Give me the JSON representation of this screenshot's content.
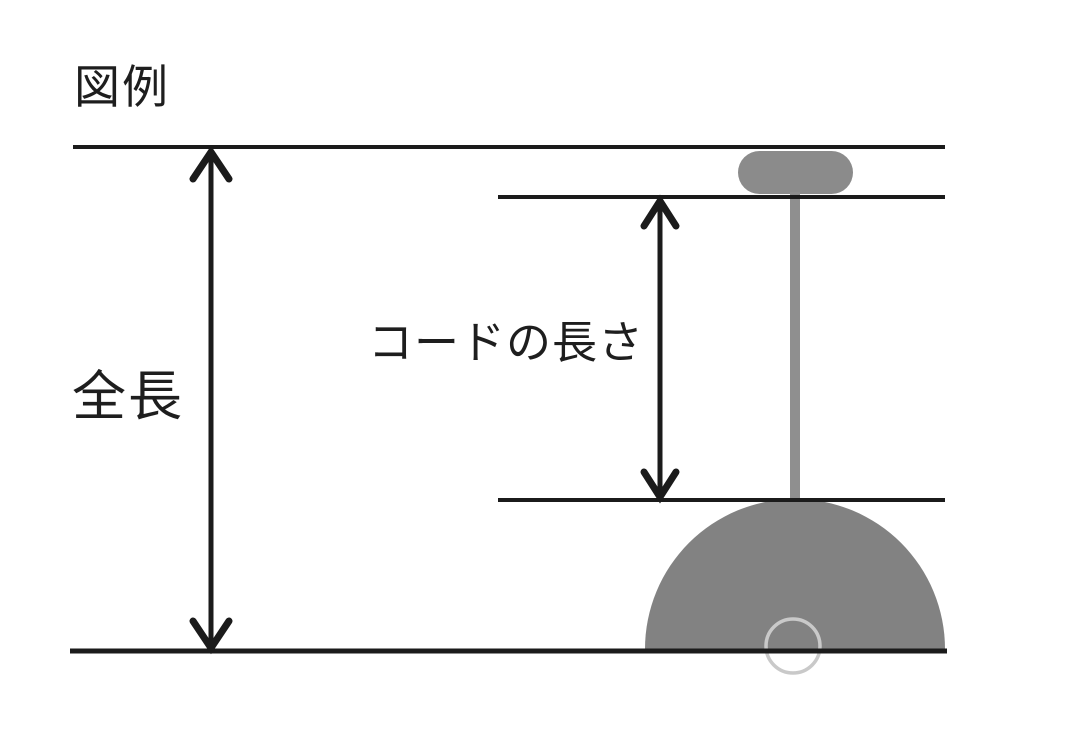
{
  "diagram": {
    "legend_title": "図例",
    "labels": {
      "total_length": "全長",
      "cord_length": "コードの長さ"
    },
    "colors": {
      "line": "#1b1b1b",
      "fixture_gray": "#828282",
      "canopy_gray": "#8b8b8b",
      "cord_gray": "#8f8f8f",
      "bulb_outline": "#c9c9c9",
      "background": "#ffffff"
    }
  }
}
